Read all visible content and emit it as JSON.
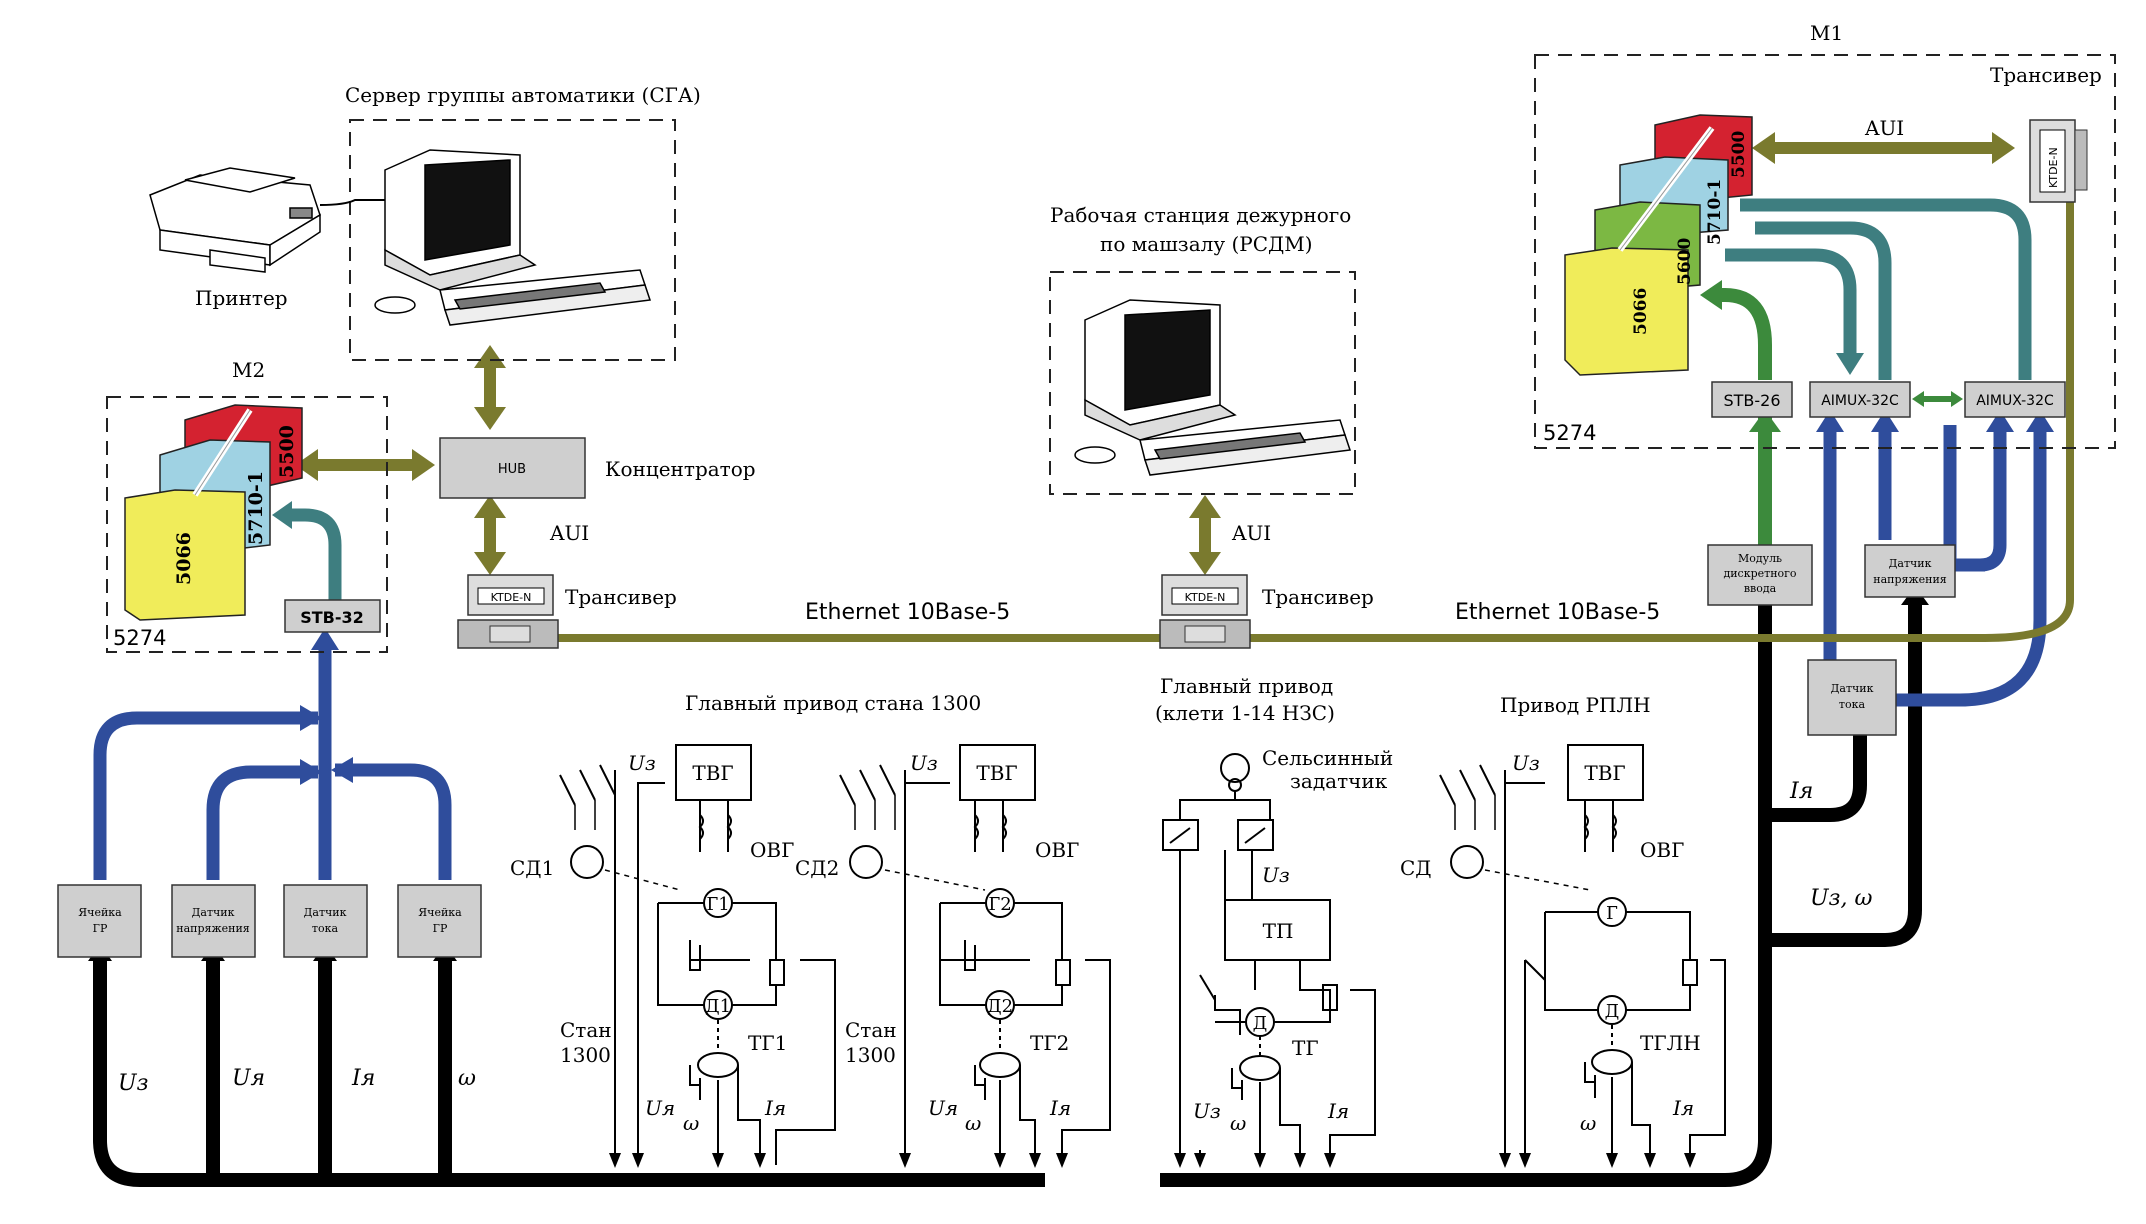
{
  "left": {
    "server_title": "Сервер группы автоматики (СГА)",
    "printer": "Принтер",
    "m2": "М2",
    "m2_plc": "5274",
    "m2_cards": [
      "5500",
      "5710-1",
      "5066"
    ],
    "m2_port": "STB-32",
    "hub": "HUB",
    "hub_label": "Концентратор",
    "aui": "AUI",
    "transceiver": "Трансивер",
    "ktden": "KTDE-N",
    "ethernet": "Ethernet 10Base-5",
    "sensors": [
      {
        "line1": "Ячейка",
        "line2": "ГР",
        "signal": "Uз"
      },
      {
        "line1": "Датчик",
        "line2": "напряжения",
        "signal": "Uя"
      },
      {
        "line1": "Датчик",
        "line2": "тока",
        "signal": "Iя"
      },
      {
        "line1": "Ячейка",
        "line2": "ГР",
        "signal": "ω"
      }
    ]
  },
  "center": {
    "ws_title1": "Рабочая станция дежурного",
    "ws_title2": "по машзалу (РСДМ)",
    "aui": "AUI",
    "transceiver": "Трансивер",
    "ktden": "KTDE-N",
    "ethernet": "Ethernet 10Base-5"
  },
  "right": {
    "m1": "М1",
    "transceiver": "Трансивер",
    "aui": "AUI",
    "ktden": "KTDE-N",
    "m1_plc": "5274",
    "m1_cards": [
      "5500",
      "5710-1",
      "5600",
      "5066"
    ],
    "stb": "STB-26",
    "aimux1": "AIMUX-32C",
    "aimux2": "AIMUX-32C",
    "din_module": [
      "Модуль",
      "дискретного",
      "ввода"
    ],
    "voltage_sensor": [
      "Датчик",
      "напряжения"
    ],
    "current_sensor": [
      "Датчик",
      "тока"
    ],
    "sig_current": "Iя",
    "sig_uzw": "Uз, ω"
  },
  "drives": {
    "main1300_title": "Главный привод стана 1300",
    "main_nzs_title1": "Главный привод",
    "main_nzs_title2": "(клети 1-14 НЗС)",
    "rpln_title": "Привод РПЛН",
    "tvg": "ТВГ",
    "ovg": "ОВГ",
    "uz": "Uз",
    "uya": "Uя",
    "iya": "Iя",
    "omega": "ω",
    "sd1": "СД1",
    "sd2": "СД2",
    "sd": "СД",
    "g1": "Г1",
    "g2": "Г2",
    "g": "Г",
    "d1": "Д1",
    "d2": "Д2",
    "d": "Д",
    "tg1": "ТГ1",
    "tg2": "ТГ2",
    "tg": "ТГ",
    "tgln": "ТГЛН",
    "stan": "Стан",
    "stan_num": "1300",
    "tp": "ТП",
    "selsyn1": "Сельсинный",
    "selsyn2": "задатчик"
  },
  "colors": {
    "red": "#d42230",
    "lightblue": "#9fd2e3",
    "green": "#7cb843",
    "yellow": "#f0ec5a",
    "olive": "#7a7a2e",
    "blue": "#2f4d9c",
    "teal": "#3e7e80",
    "darkgreen": "#3c8a3c"
  }
}
